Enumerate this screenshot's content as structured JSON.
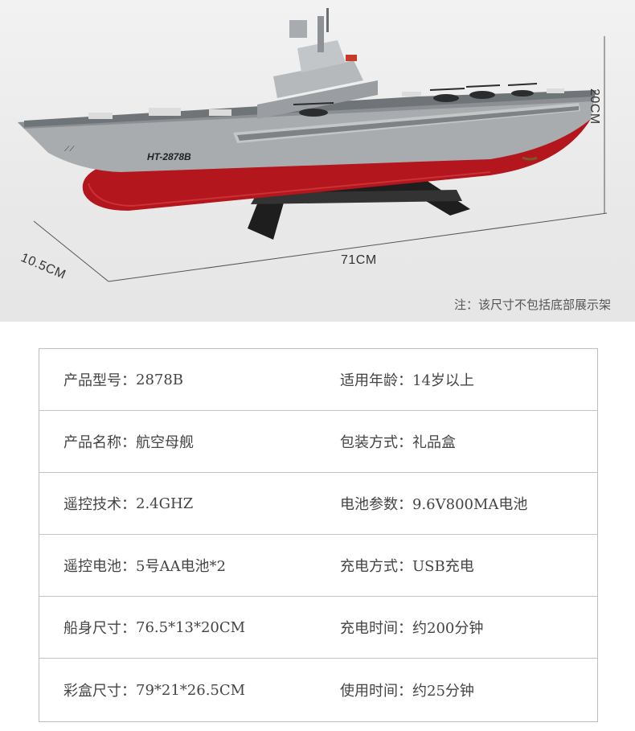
{
  "hero": {
    "hull_marking": "HT-2878B",
    "dimension_width": "71CM",
    "dimension_depth": "10.5CM",
    "dimension_height": "20CM",
    "note": "注：该尺寸不包括底部展示架",
    "colors": {
      "hull_grey": "#a9acaf",
      "hull_red": "#b3161c",
      "stand": "#222222",
      "deck": "#6f7478"
    }
  },
  "specs": [
    {
      "left_label": "产品型号：",
      "left_value": "2878B",
      "right_label": "适用年龄：",
      "right_value": "14岁以上"
    },
    {
      "left_label": "产品名称：",
      "left_value": "航空母舰",
      "right_label": "包装方式：",
      "right_value": "礼品盒"
    },
    {
      "left_label": "遥控技术：",
      "left_value": "2.4GHZ",
      "right_label": "电池参数：",
      "right_value": "9.6V800MA电池"
    },
    {
      "left_label": "遥控电池：",
      "left_value": "5号AA电池*2",
      "right_label": "充电方式：",
      "right_value": "USB充电"
    },
    {
      "left_label": "船身尺寸：",
      "left_value": "76.5*13*20CM",
      "right_label": "充电时间：",
      "right_value": "约200分钟"
    },
    {
      "left_label": "彩盒尺寸：",
      "left_value": "79*21*26.5CM",
      "right_label": "使用时间：",
      "right_value": "约25分钟"
    }
  ]
}
